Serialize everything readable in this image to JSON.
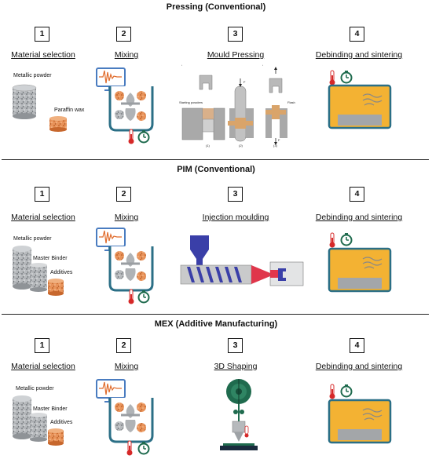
{
  "sections": [
    {
      "title": "Pressing (Conventional)",
      "steps": [
        {
          "number": "1",
          "label": "Material selection"
        },
        {
          "number": "2",
          "label": "Mixing"
        },
        {
          "number": "3",
          "label": "Mould Pressing"
        },
        {
          "number": "4",
          "label": "Debinding and sintering"
        }
      ],
      "materials": [
        "Metallic powder",
        "Paraffin wax"
      ],
      "press_annotations": {
        "starting_powders": "Starting powders",
        "flash": "Flash",
        "force_top": "F",
        "force_bottom": "F",
        "stage_1": "(1)",
        "stage_2": "(2)",
        "stage_3": "(3)"
      }
    },
    {
      "title": "PIM (Conventional)",
      "steps": [
        {
          "number": "1",
          "label": "Material selection"
        },
        {
          "number": "2",
          "label": "Mixing"
        },
        {
          "number": "3",
          "label": "Injection moulding"
        },
        {
          "number": "4",
          "label": "Debinding and sintering"
        }
      ],
      "materials": [
        "Metallic powder",
        "Master Binder",
        "Additives"
      ]
    },
    {
      "title": "MEX (Additive Manufacturing)",
      "steps": [
        {
          "number": "1",
          "label": "Material selection"
        },
        {
          "number": "2",
          "label": "Mixing"
        },
        {
          "number": "3",
          "label": "3D Shaping"
        },
        {
          "number": "4",
          "label": "Debinding and sintering"
        }
      ],
      "materials": [
        "Metallic powder",
        "Master Binder",
        "Additives"
      ]
    }
  ],
  "colors": {
    "mixer_blue": "#2b6f86",
    "monitor_blue": "#4a7cc0",
    "signal_orange": "#e06b2b",
    "furnace_orange": "#f3b233",
    "thermometer_red": "#d62828",
    "cylinder_gray": "#9aa0a6",
    "wax_orange": "#e0894a",
    "screw_blue": "#3a3fa8",
    "nozzle_red": "#e0364b",
    "filament_green": "#1f6b4e"
  }
}
